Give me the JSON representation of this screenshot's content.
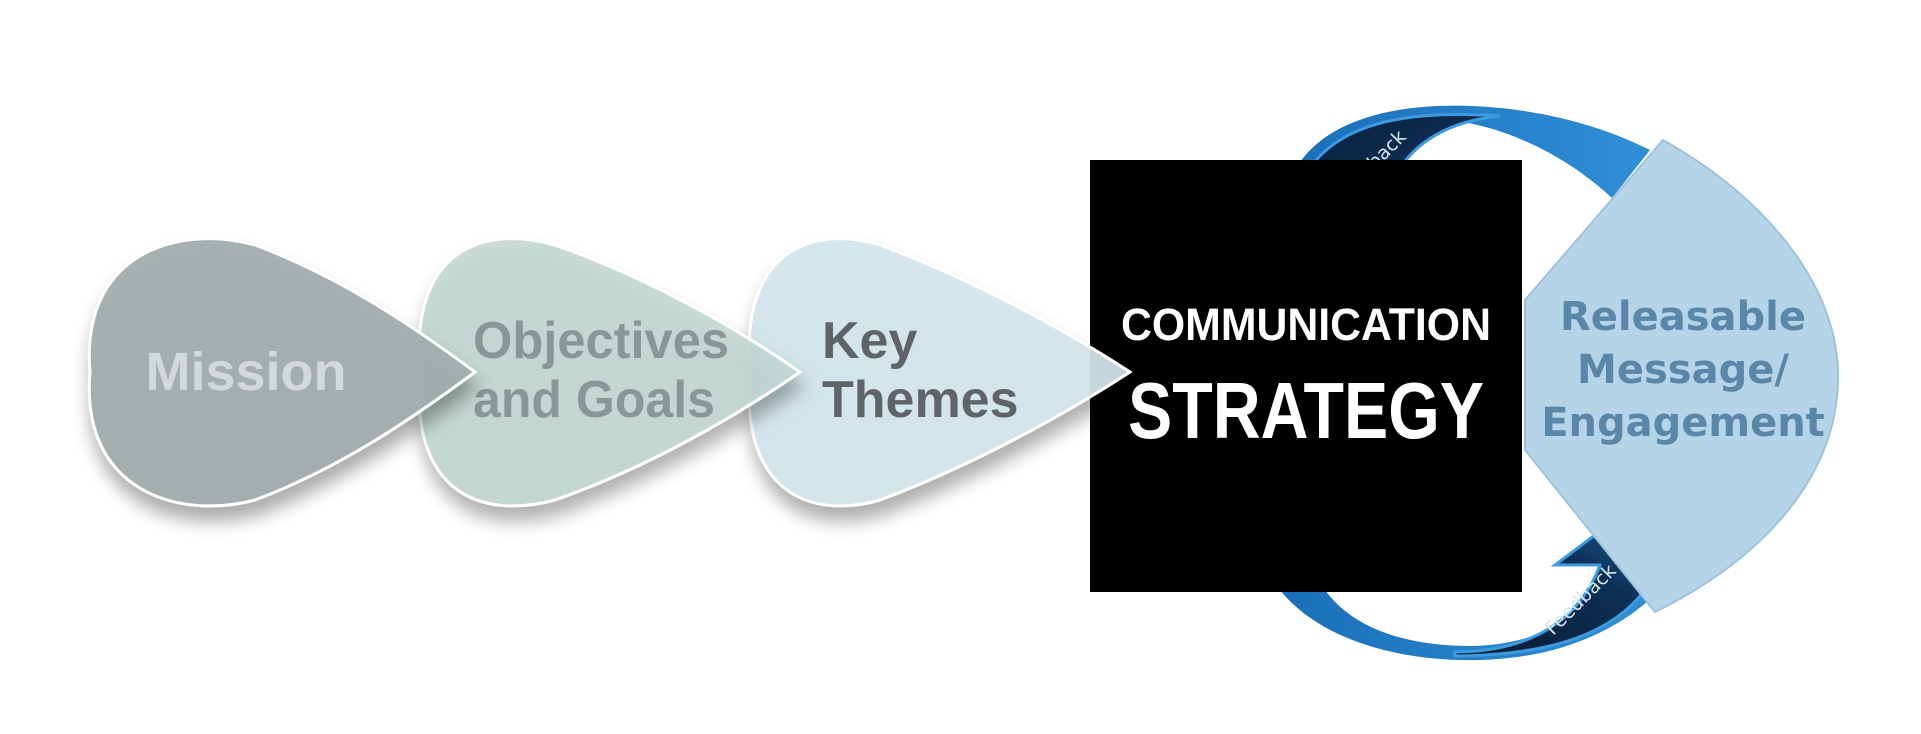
{
  "stages": {
    "mission": {
      "label": "Mission",
      "fill": "#a2acac",
      "text_color": "#d3d9da"
    },
    "objectives": {
      "line1": "Objectives",
      "line2": "and Goals",
      "fill": "#c0d6d2",
      "text_color": "#8a9696"
    },
    "key_themes": {
      "line1": "Key",
      "line2": "Themes",
      "fill": "#d3e6eb",
      "text_color": "#5f6466"
    }
  },
  "strategy": {
    "line1": "COMMUNICATION",
    "line2": "STRATEGY",
    "fill": "#000000",
    "text_color": "#ffffff"
  },
  "release": {
    "line1": "Releasable",
    "line2": "Message/",
    "line3": "Engagement",
    "fill": "#b5d4e8",
    "text_color": "#5a86a8"
  },
  "feedback": {
    "top_label": "Feedback",
    "bottom_label": "Feedback",
    "band_outer": "#2f8fd6",
    "band_inner": "#1a6fb8",
    "band_dark": "#0b2a4a"
  }
}
